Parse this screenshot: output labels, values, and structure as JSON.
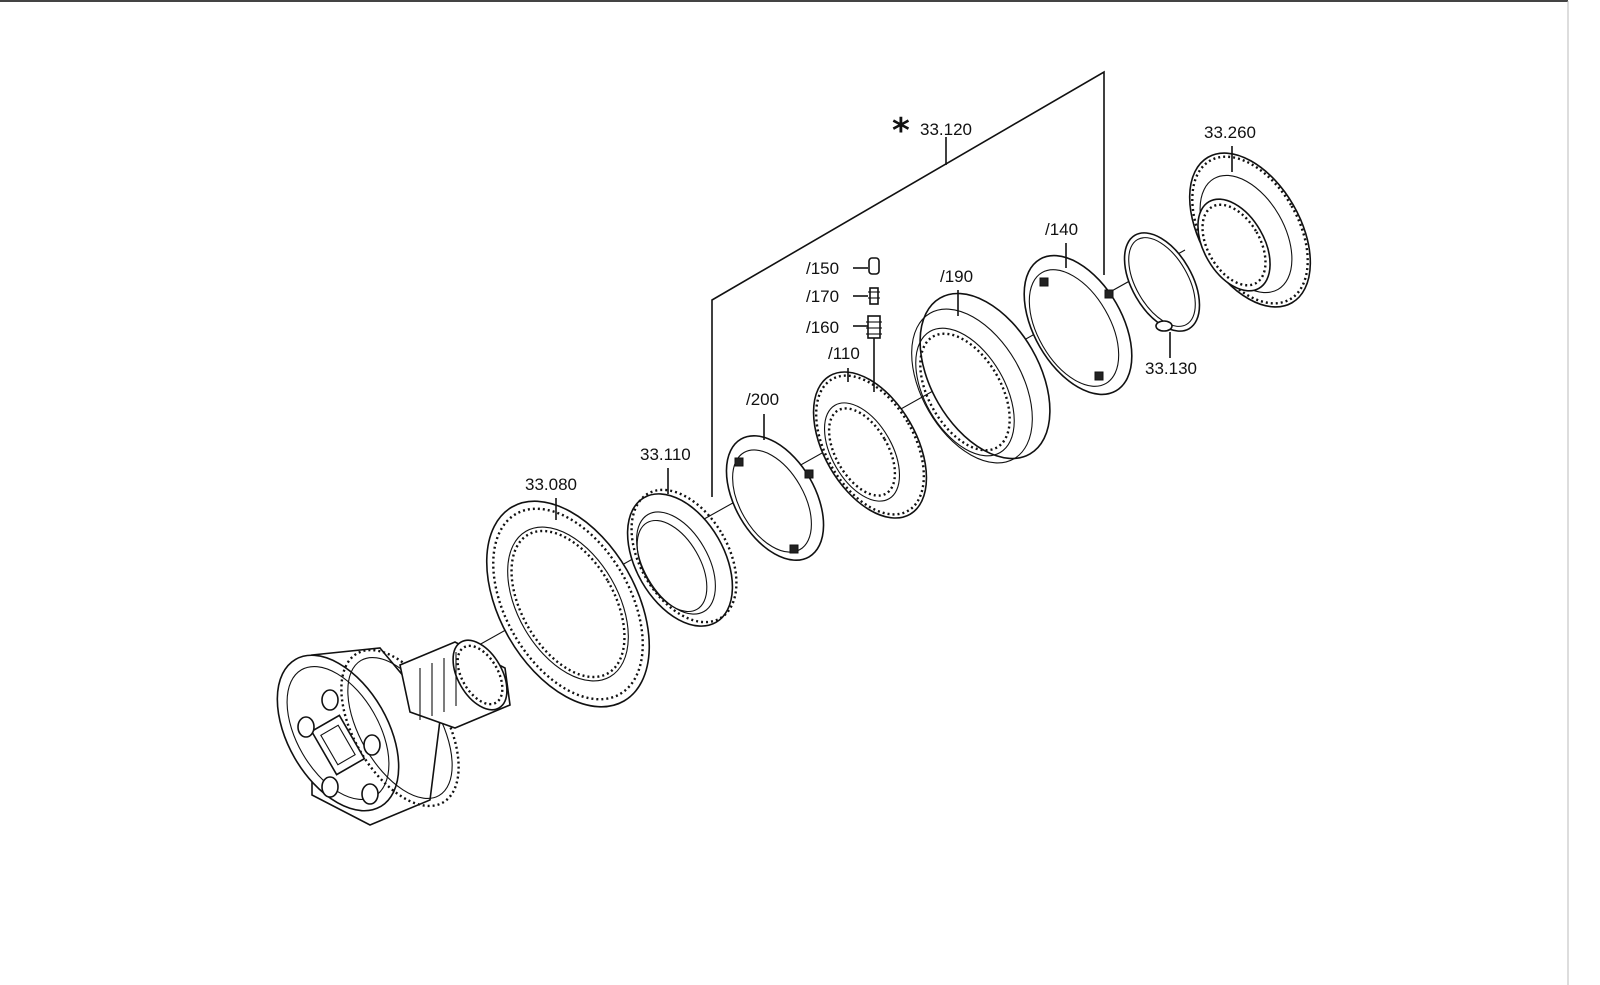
{
  "labels": {
    "assembly": "33.120",
    "assembly_marker": "*",
    "p_33_260": "33.260",
    "p_140": "/140",
    "p_150": "/150",
    "p_170": "/170",
    "p_160": "/160",
    "p_190": "/190",
    "p_110": "/110",
    "p_200": "/200",
    "p_33_110": "33.110",
    "p_33_080": "33.080",
    "p_33_130": "33.130"
  }
}
